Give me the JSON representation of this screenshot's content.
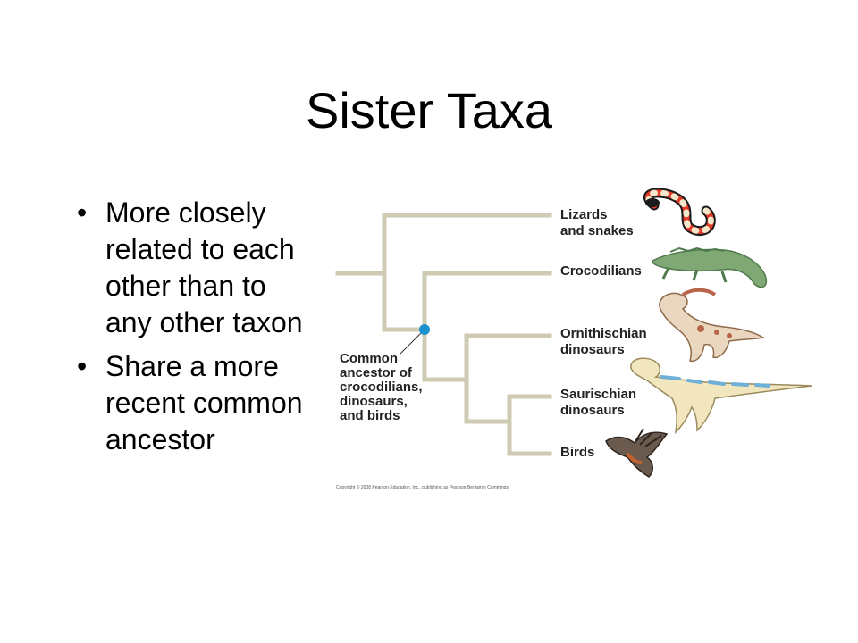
{
  "slide": {
    "title": "Sister Taxa",
    "bullets": [
      "More closely related to each other than to any other taxon",
      "Share a more recent common ancestor"
    ]
  },
  "diagram": {
    "taxa": [
      {
        "lines": [
          "Lizards",
          "and snakes"
        ],
        "icon": "snake-icon"
      },
      {
        "lines": [
          "Crocodilians"
        ],
        "icon": "crocodile-icon"
      },
      {
        "lines": [
          "Ornithischian",
          "dinosaurs"
        ],
        "icon": "ornithischian-dinosaur-icon"
      },
      {
        "lines": [
          "Saurischian",
          "dinosaurs"
        ],
        "icon": "saurischian-dinosaur-icon"
      },
      {
        "lines": [
          "Birds"
        ],
        "icon": "hawk-icon"
      }
    ],
    "ancestor_label": [
      "Common",
      "ancestor of",
      "crocodilians,",
      "dinosaurs,",
      "and birds"
    ],
    "copyright": "Copyright © 2008 Pearson Education, Inc., publishing as Pearson Benjamin Cummings.",
    "colors": {
      "branch": "#cfcbb3",
      "node": "#1a92d0"
    }
  }
}
